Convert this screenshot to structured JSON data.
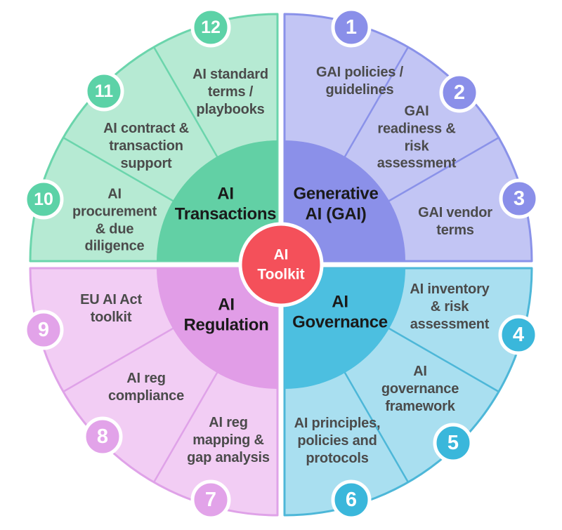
{
  "title": "AI Toolkit",
  "center": {
    "label": "AI\nToolkit",
    "color": "#f4505a"
  },
  "ui_colors": {
    "background": "#ffffff",
    "badge_ring": "#ffffff",
    "center_ring": "#ffffff",
    "segment_text": "#4b4b4b",
    "quadrant_text": "#1a1a1a",
    "badge_number_text": "#ffffff",
    "center_text": "#ffffff"
  },
  "quadrants": [
    {
      "id": "generative-ai",
      "label": "Generative\nAI (GAI)",
      "colors": {
        "inner": "#8b90e9",
        "outer": "#c2c5f4",
        "stroke": "#8a92e9",
        "badge": "#8a8fe9"
      },
      "segments": [
        {
          "number": "1",
          "label": "GAI policies /\nguidelines"
        },
        {
          "number": "2",
          "label": "GAI\nreadiness &\nrisk\nassessment"
        },
        {
          "number": "3",
          "label": "GAI vendor\nterms"
        }
      ]
    },
    {
      "id": "ai-governance",
      "label": "AI\nGovernance",
      "colors": {
        "inner": "#4cbfe0",
        "outer": "#a9dff0",
        "stroke": "#4db7d8",
        "badge": "#3ab7db"
      },
      "segments": [
        {
          "number": "4",
          "label": "AI inventory\n& risk\nassessment"
        },
        {
          "number": "5",
          "label": "AI\ngovernance\nframework"
        },
        {
          "number": "6",
          "label": "AI principles,\npolicies and\nprotocols"
        }
      ]
    },
    {
      "id": "ai-regulation",
      "label": "AI\nRegulation",
      "colors": {
        "inner": "#e19de7",
        "outer": "#f2cdf4",
        "stroke": "#dfa2e8",
        "badge": "#e2a3e9"
      },
      "segments": [
        {
          "number": "7",
          "label": "AI reg\nmapping &\ngap analysis"
        },
        {
          "number": "8",
          "label": "AI reg\ncompliance"
        },
        {
          "number": "9",
          "label": "EU AI Act\ntoolkit"
        }
      ]
    },
    {
      "id": "ai-transactions",
      "label": "AI\nTransactions",
      "colors": {
        "inner": "#62d0a5",
        "outer": "#b6ead3",
        "stroke": "#6bd5ac",
        "badge": "#5cd2a7"
      },
      "segments": [
        {
          "number": "10",
          "label": "AI\nprocurement\n& due\ndiligence"
        },
        {
          "number": "11",
          "label": "AI contract &\ntransaction\nsupport"
        },
        {
          "number": "12",
          "label": "AI standard\nterms /\nplaybooks"
        }
      ]
    }
  ]
}
